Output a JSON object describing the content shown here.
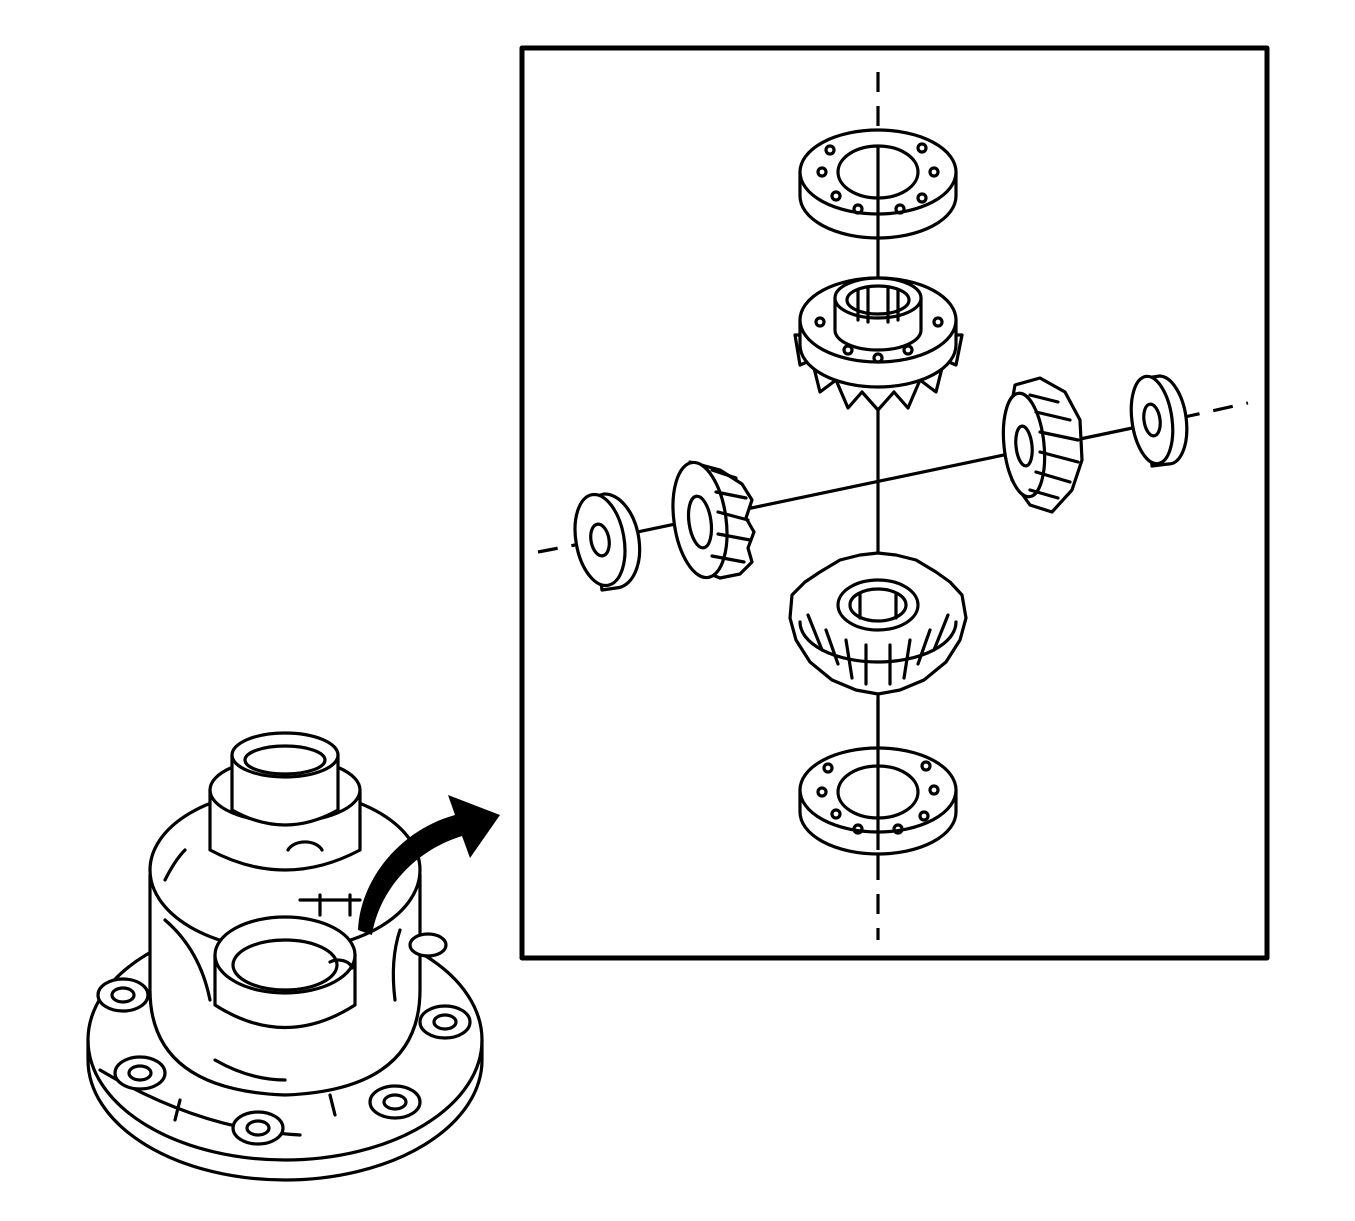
{
  "diagram": {
    "type": "exploded-view illustration",
    "colors": {
      "line": "#000000",
      "background": "#ffffff"
    },
    "components": [
      "differential-case",
      "detail-arrow",
      "detail-frame",
      "upper-thrust-washer",
      "upper-side-gear",
      "left-pinion-washer",
      "left-pinion-gear",
      "right-pinion-gear",
      "right-pinion-washer",
      "lower-side-gear",
      "lower-thrust-washer"
    ]
  }
}
